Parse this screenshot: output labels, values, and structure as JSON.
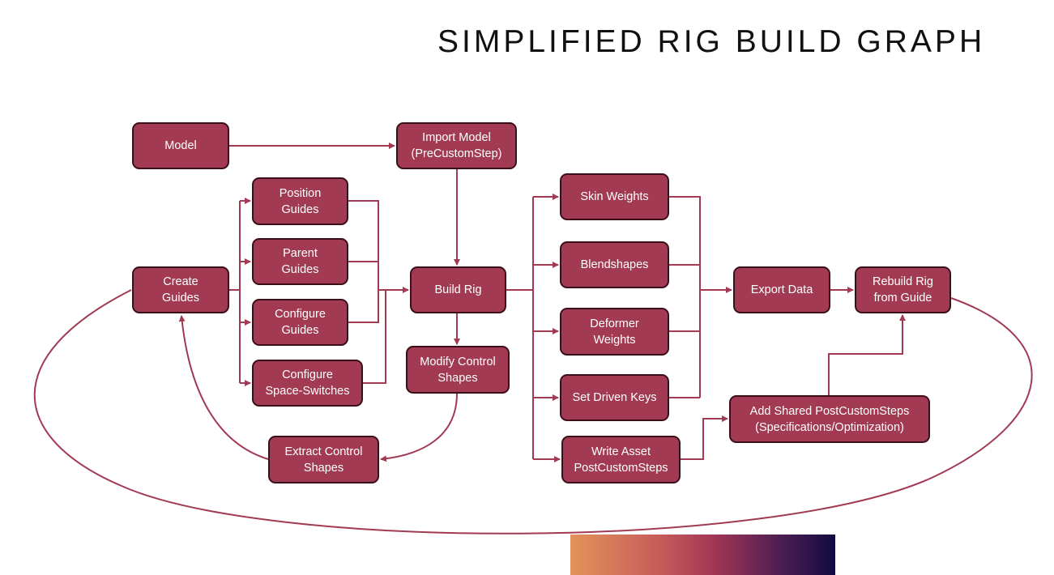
{
  "title": "SIMPLIFIED RIG BUILD GRAPH",
  "colors": {
    "node_fill": "#a13a52",
    "node_border": "#3b0f19",
    "edge": "#a13a52",
    "text": "#ffffff"
  },
  "nodes": {
    "model": "Model",
    "import_model": "Import Model\n(PreCustomStep)",
    "position_guides": "Position\nGuides",
    "parent_guides": "Parent\nGuides",
    "configure_guides": "Configure\nGuides",
    "configure_space_switches": "Configure\nSpace-Switches",
    "create_guides": "Create\nGuides",
    "build_rig": "Build Rig",
    "modify_control_shapes": "Modify Control\nShapes",
    "extract_control_shapes": "Extract Control\nShapes",
    "skin_weights": "Skin Weights",
    "blendshapes": "Blendshapes",
    "deformer_weights": "Deformer\nWeights",
    "set_driven_keys": "Set Driven Keys",
    "write_asset_postcustomsteps": "Write Asset\nPostCustomSteps",
    "export_data": "Export Data",
    "rebuild_rig_from_guide": "Rebuild Rig\nfrom Guide",
    "add_shared_postcustomsteps": "Add Shared PostCustomSteps\n(Specifications/Optimization)"
  }
}
